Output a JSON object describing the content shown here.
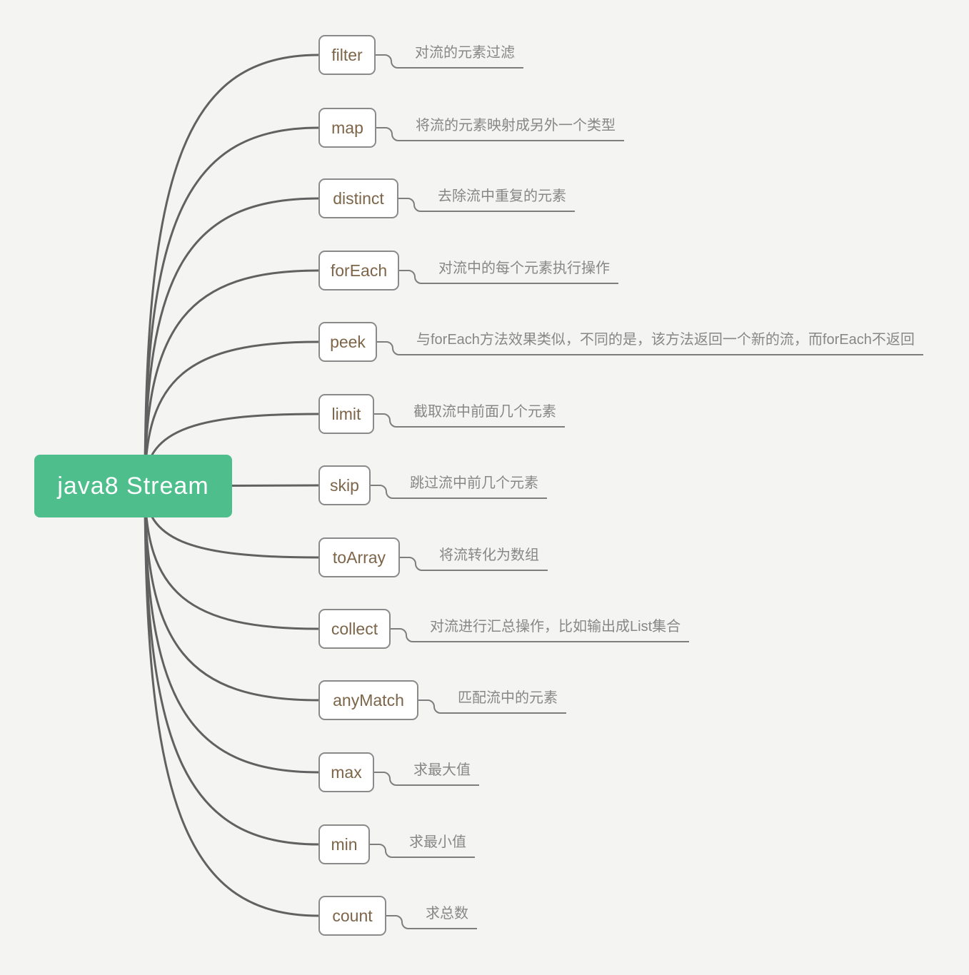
{
  "root": {
    "label": "java8 Stream",
    "color": "#4ebe8c",
    "text_color": "#ffffff"
  },
  "branches": [
    {
      "method": "filter",
      "description": "对流的元素过滤"
    },
    {
      "method": "map",
      "description": "将流的元素映射成另外一个类型"
    },
    {
      "method": "distinct",
      "description": "去除流中重复的元素"
    },
    {
      "method": "forEach",
      "description": "对流中的每个元素执行操作"
    },
    {
      "method": "peek",
      "description": "与forEach方法效果类似，不同的是，该方法返回一个新的流，而forEach不返回"
    },
    {
      "method": "limit",
      "description": "截取流中前面几个元素"
    },
    {
      "method": "skip",
      "description": "跳过流中前几个元素"
    },
    {
      "method": "toArray",
      "description": "将流转化为数组"
    },
    {
      "method": "collect",
      "description": "对流进行汇总操作，比如输出成List集合"
    },
    {
      "method": "anyMatch",
      "description": "匹配流中的元素"
    },
    {
      "method": "max",
      "description": "求最大值"
    },
    {
      "method": "min",
      "description": "求最小值"
    },
    {
      "method": "count",
      "description": "求总数"
    }
  ],
  "colors": {
    "background": "#f4f4f2",
    "branch_line": "#616161",
    "box_border": "#8a8a8a",
    "box_text": "#7d6549",
    "description_text": "#878787"
  }
}
